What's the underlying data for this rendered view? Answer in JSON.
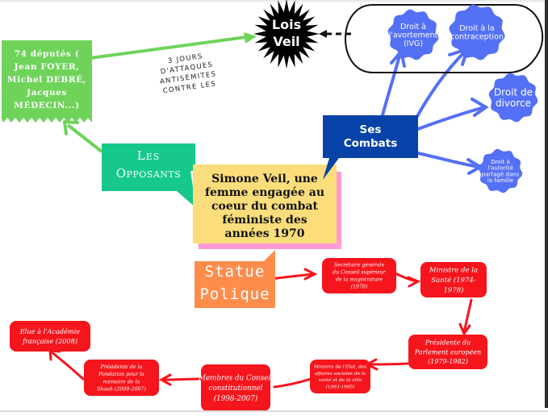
{
  "center": {
    "title": "Simone Veil, une femme engagée au coeur du combat féministe des années 1970"
  },
  "opposants": {
    "label_line1": "Les",
    "label_line2": "Opposants",
    "deputes_lines": [
      "74 députés (",
      "Jean FOYER,",
      "Michel DEBRÉ,",
      "Jacques",
      "MÉDECIN...)"
    ],
    "attacks_lines": [
      "3 JOURS",
      "D'ATTAQUES",
      "ANTISÉMITES",
      "CONTRE LES"
    ]
  },
  "lois_veil": {
    "line1": "Lois",
    "line2": "Veil"
  },
  "combats": {
    "label_line1": "Ses",
    "label_line2": "Combats",
    "items": [
      {
        "lines": [
          "Droit à",
          "l'avortement",
          "(IVG)"
        ]
      },
      {
        "lines": [
          "Droit à la",
          "contraception"
        ]
      },
      {
        "lines": [
          "Droit de",
          "divorce"
        ]
      },
      {
        "lines": [
          "Droit à",
          "l'autorité",
          "partagé dans",
          "la famille"
        ]
      }
    ]
  },
  "statut": {
    "label_line1": "Statue",
    "label_line2": "Polique",
    "steps": [
      {
        "lines": [
          "Secrétaire  générale",
          "du Conseil supérieur",
          "de la magistrature",
          "(1970)"
        ]
      },
      {
        "lines": [
          "Ministre de la",
          "Santé (1974-",
          "1978)"
        ]
      },
      {
        "lines": [
          "Présidente du",
          "Parlement européen",
          "(1979-1982)"
        ]
      },
      {
        "lines": [
          "Ministre de l'Etat, des",
          "affaires sociales de la",
          "santé et de la ville",
          "(1993-1995)"
        ]
      },
      {
        "lines": [
          "Membres du Conseil",
          "constitutionnel",
          "(1998-2007)"
        ]
      },
      {
        "lines": [
          "Présidente de la",
          "Fondation pour la",
          "mémoire de la",
          "Shoah (2000-2007)"
        ]
      },
      {
        "lines": [
          "Elue à l'Académie",
          "française (2008)"
        ]
      }
    ]
  },
  "colors": {
    "green_deputes": "#6fd35a",
    "green_opposants": "#16c98a",
    "navy_combats": "#0642a8",
    "yellow_center": "#fbdd7b",
    "pink_shadow": "#ff9bd2",
    "orange_statut": "#fe8d4c",
    "red_steps": "#f5151c",
    "blue_rights": "#5470f5"
  }
}
